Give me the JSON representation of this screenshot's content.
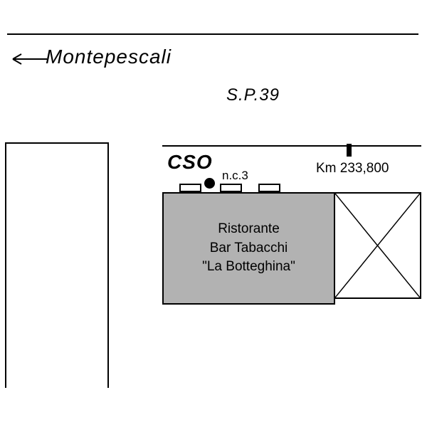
{
  "map": {
    "direction_label": "Montepescali",
    "road_label": "S.P.39",
    "street_abbr": "CSO",
    "civic_number": "n.c.3",
    "km_label": "Km 233,800",
    "building": {
      "line1": "Ristorante",
      "line2": "Bar Tabacchi",
      "line3": "\"La Botteghina\""
    },
    "colors": {
      "line": "#000000",
      "building_fill": "#b2b2b2",
      "background": "#ffffff"
    }
  }
}
